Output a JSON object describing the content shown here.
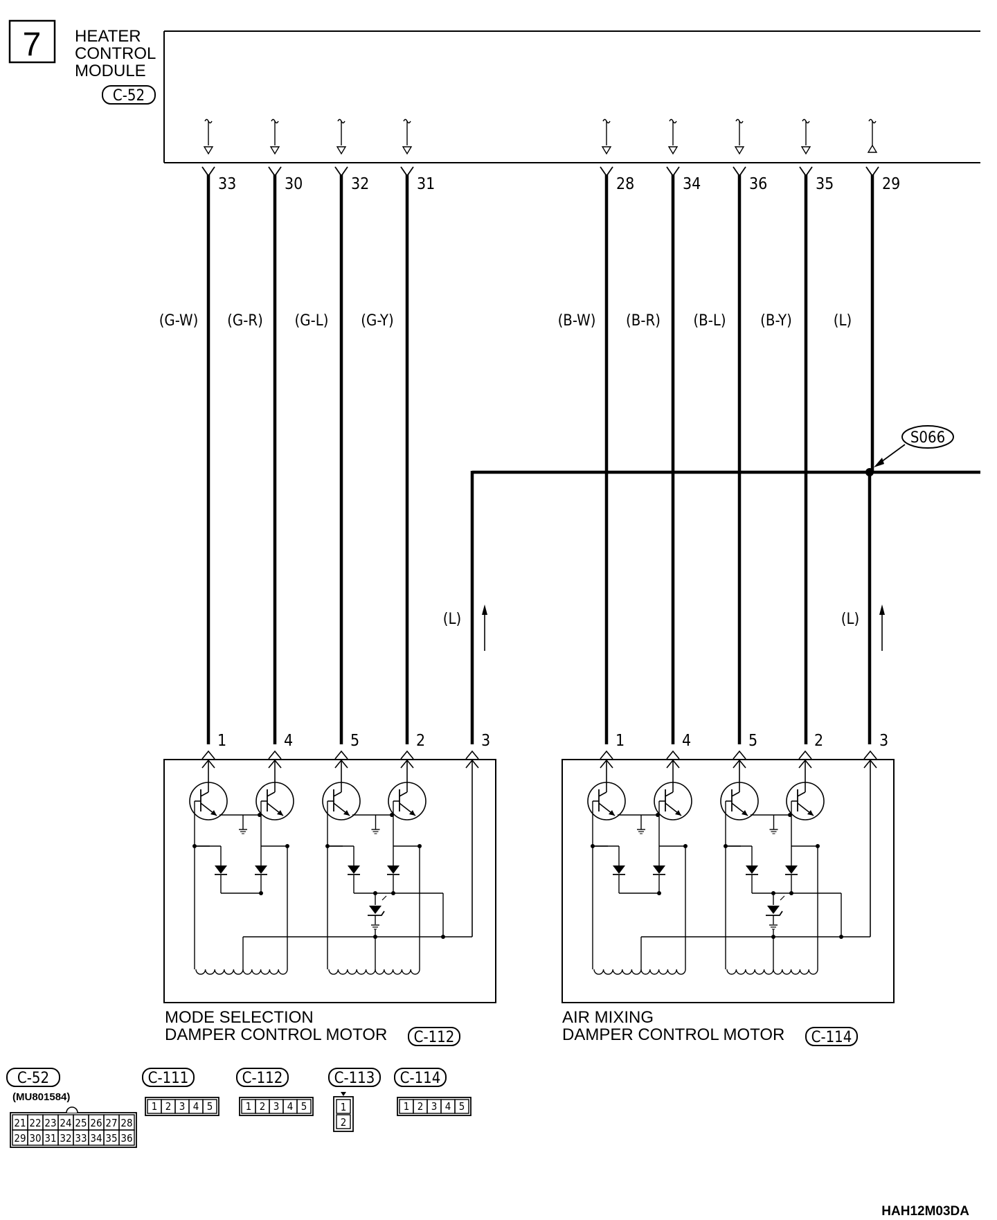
{
  "page_number": "7",
  "module": {
    "title_lines": [
      "HEATER",
      "CONTROL",
      "MODULE"
    ],
    "connector": "C-52"
  },
  "wires": [
    {
      "pin": "33",
      "color": "(G-W)"
    },
    {
      "pin": "30",
      "color": "(G-R)"
    },
    {
      "pin": "32",
      "color": "(G-L)"
    },
    {
      "pin": "31",
      "color": "(G-Y)"
    },
    {
      "pin": "28",
      "color": "(B-W)"
    },
    {
      "pin": "34",
      "color": "(B-R)"
    },
    {
      "pin": "36",
      "color": "(B-L)"
    },
    {
      "pin": "35",
      "color": "(B-Y)"
    },
    {
      "pin": "29",
      "color": "(L)"
    }
  ],
  "splice": "S066",
  "feed_labels": [
    "(L)",
    "(L)"
  ],
  "motors": [
    {
      "title_lines": [
        "MODE SELECTION",
        "DAMPER CONTROL MOTOR"
      ],
      "connector": "C-112",
      "pins": [
        "1",
        "4",
        "5",
        "2",
        "3"
      ]
    },
    {
      "title_lines": [
        "AIR MIXING",
        "DAMPER CONTROL MOTOR"
      ],
      "connector": "C-114",
      "pins": [
        "1",
        "4",
        "5",
        "2",
        "3"
      ]
    }
  ],
  "connector_views": {
    "c52": {
      "label": "C-52",
      "part_number": "(MU801584)",
      "row1": [
        "21",
        "22",
        "23",
        "24",
        "25",
        "26",
        "27",
        "28"
      ],
      "row2": [
        "29",
        "30",
        "31",
        "32",
        "33",
        "34",
        "35",
        "36"
      ]
    },
    "c111": {
      "label": "C-111",
      "pins": [
        "1",
        "2",
        "3",
        "4",
        "5"
      ]
    },
    "c112": {
      "label": "C-112",
      "pins": [
        "1",
        "2",
        "3",
        "4",
        "5"
      ]
    },
    "c113": {
      "label": "C-113",
      "pins": [
        "1",
        "2"
      ]
    },
    "c114": {
      "label": "C-114",
      "pins": [
        "1",
        "2",
        "3",
        "4",
        "5"
      ]
    }
  },
  "figure_code": "HAH12M03DA"
}
